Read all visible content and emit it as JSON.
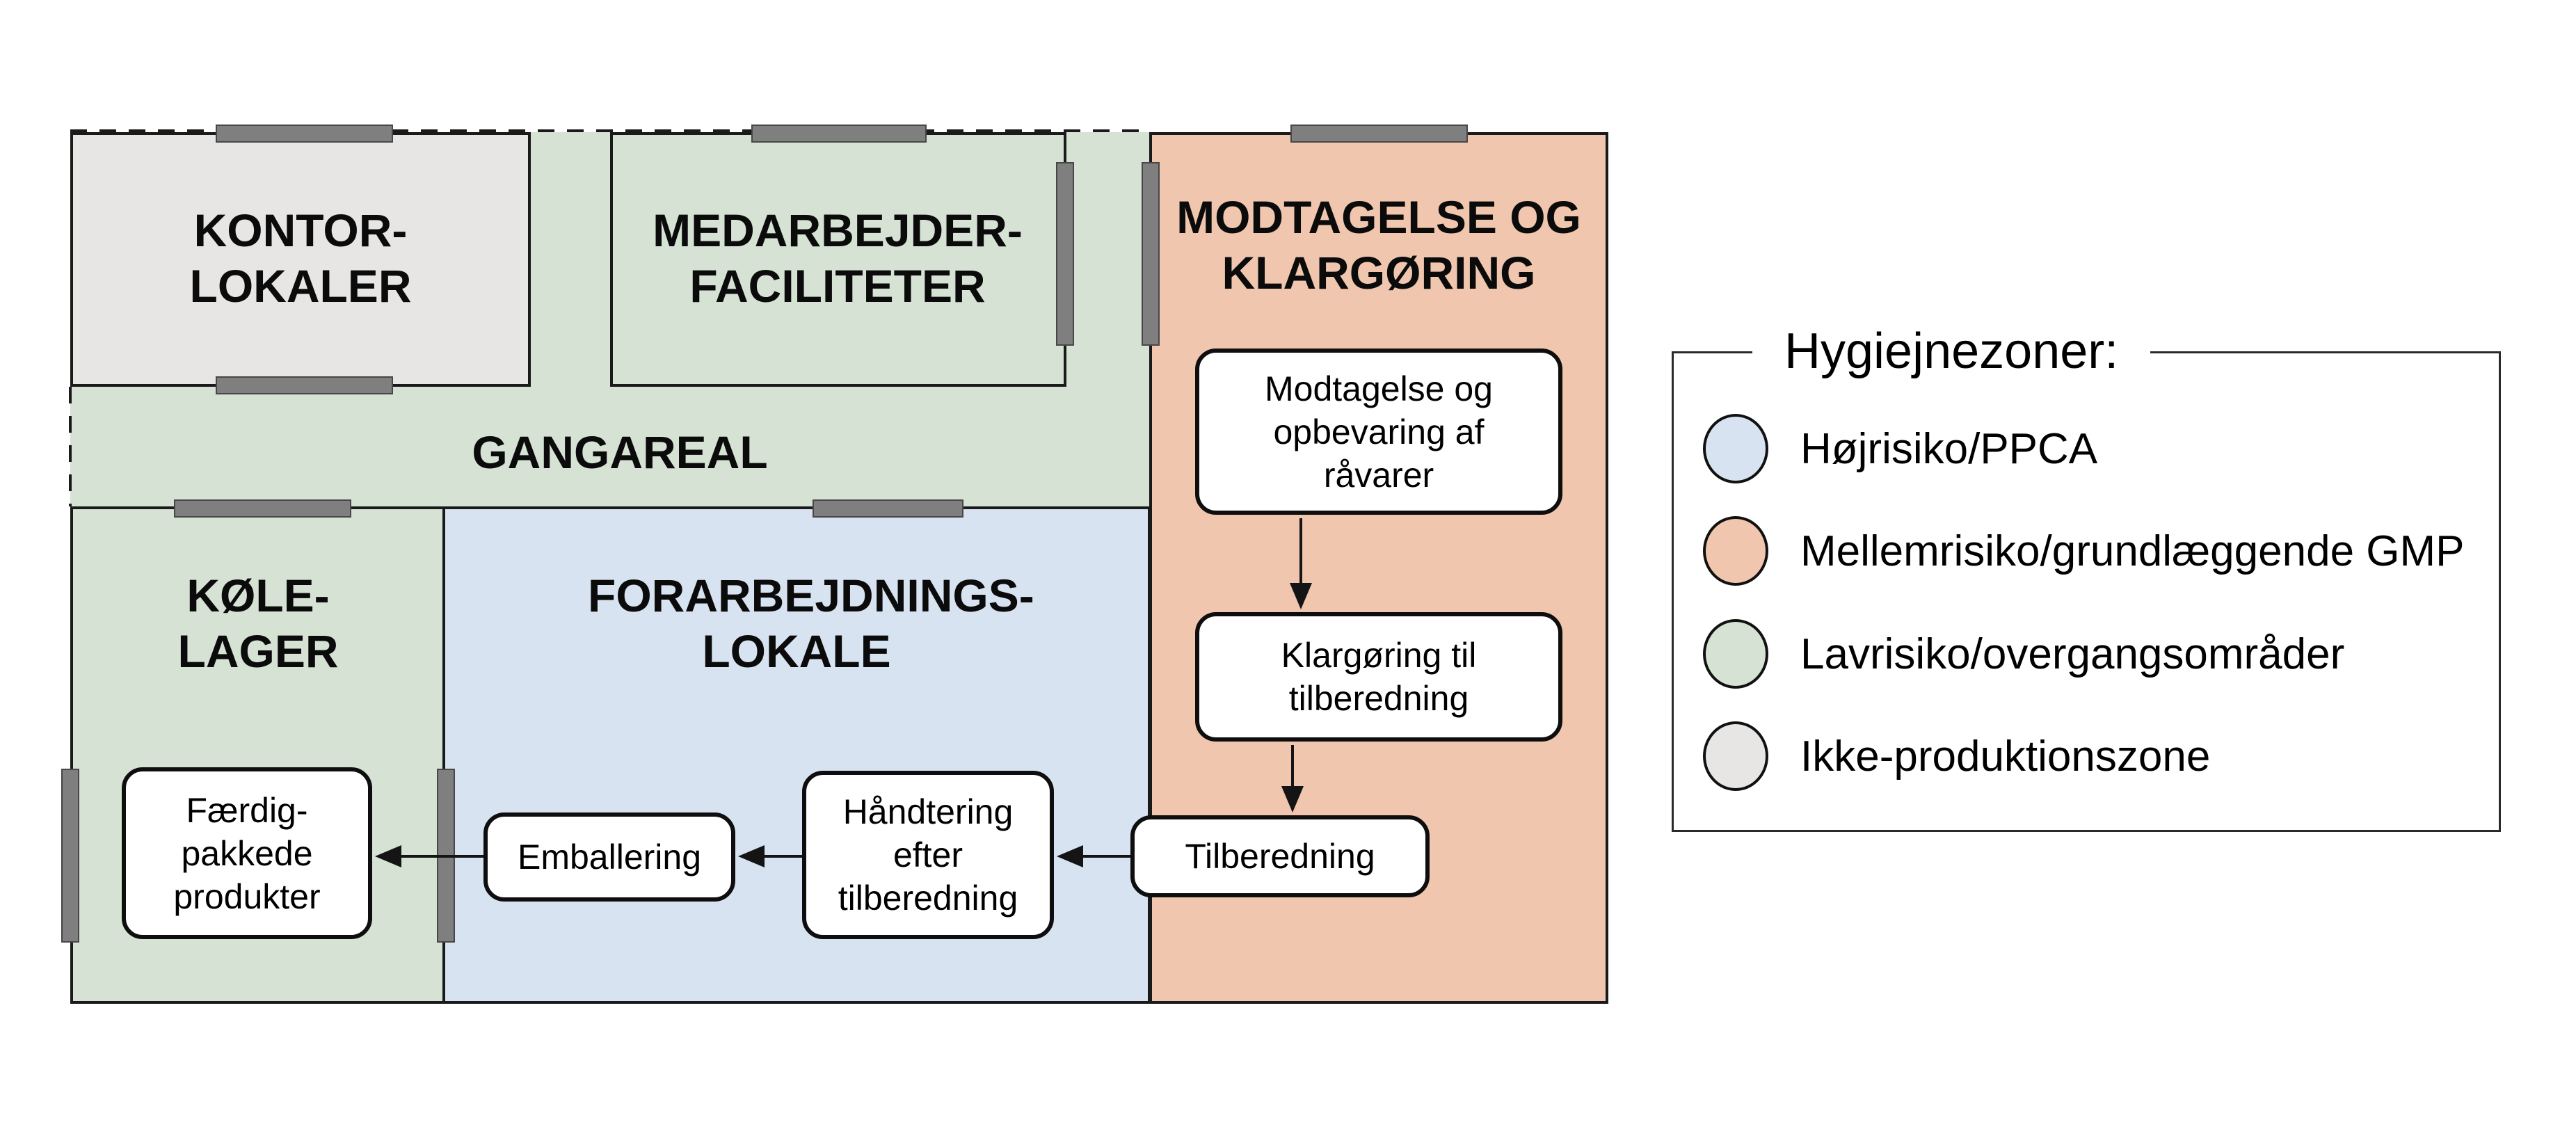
{
  "diagram": {
    "rooms": {
      "kontor": {
        "lines": [
          "KONTOR-",
          "LOKALER"
        ]
      },
      "medarbejder": {
        "lines": [
          "MEDARBEJDER-",
          "FACILITETER"
        ]
      },
      "modtagelse": {
        "lines": [
          "MODTAGELSE OG",
          "KLARGØRING"
        ]
      },
      "gangareal": {
        "lines": [
          "GANGAREAL"
        ]
      },
      "koelelager": {
        "lines": [
          "KØLE-",
          "LAGER"
        ]
      },
      "forarbejdning": {
        "lines": [
          "FORARBEJDNINGS-",
          "LOKALE"
        ]
      }
    },
    "flow": {
      "modtagelse_raavarer": {
        "lines": [
          "Modtagelse og",
          "opbevaring af",
          "råvarer"
        ]
      },
      "klargoering": {
        "lines": [
          "Klargøring til",
          "tilberedning"
        ]
      },
      "tilberedning": {
        "lines": [
          "Tilberedning"
        ]
      },
      "haandtering": {
        "lines": [
          "Håndtering",
          "efter",
          "tilberedning"
        ]
      },
      "emballering": {
        "lines": [
          "Emballering"
        ]
      },
      "faerdigpakkede": {
        "lines": [
          "Færdig-",
          "pakkede",
          "produkter"
        ]
      }
    }
  },
  "legend": {
    "title": "Hygiejnezoner:",
    "items": [
      {
        "label": "Højrisiko/PPCA",
        "color": "#d8e3f2"
      },
      {
        "label": "Mellemrisiko/grundlæggende GMP",
        "color": "#f0c6ae"
      },
      {
        "label": "Lavrisiko/overgangsområder",
        "color": "#d5e2d4"
      },
      {
        "label": "Ikke-produktionszone",
        "color": "#e7e6e5"
      }
    ]
  },
  "colors": {
    "high_risk_blue": "#d8e3f2",
    "medium_risk_salmon": "#f0c6ae",
    "low_risk_green": "#d5e2d4",
    "non_production_gray": "#e7e6e5",
    "door_marker": "#7f7f7f",
    "wall": "#1a1a1a"
  }
}
